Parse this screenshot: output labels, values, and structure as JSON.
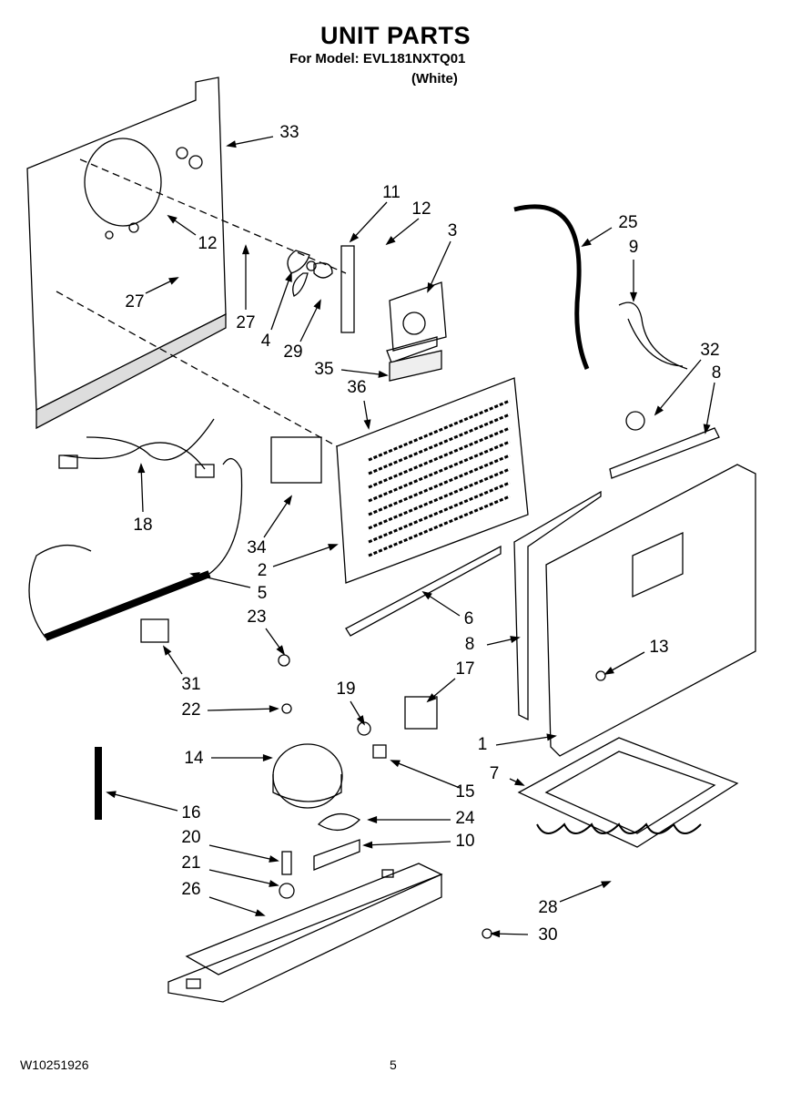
{
  "header": {
    "title": "UNIT PARTS",
    "model": "For Model: EVL181NXTQ01",
    "color": "(White)"
  },
  "footer": {
    "document_number": "W10251926",
    "page_number": "5"
  },
  "callouts": [
    "33",
    "11",
    "12",
    "3",
    "12",
    "27",
    "27",
    "4",
    "29",
    "35",
    "25",
    "9",
    "32",
    "8",
    "36",
    "18",
    "34",
    "2",
    "5",
    "23",
    "6",
    "8",
    "13",
    "31",
    "22",
    "19",
    "17",
    "14",
    "1",
    "7",
    "15",
    "16",
    "24",
    "10",
    "20",
    "21",
    "26",
    "28",
    "30"
  ]
}
